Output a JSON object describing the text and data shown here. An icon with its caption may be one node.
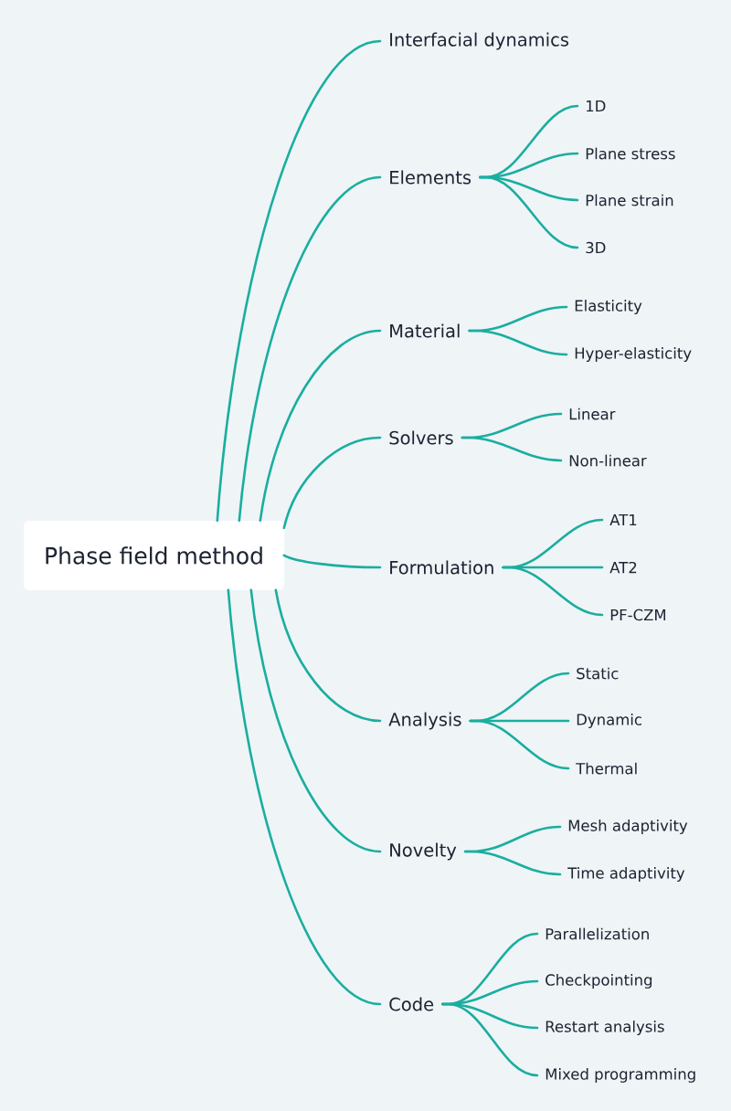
{
  "diagram": {
    "nodes": [
      {
        "text": [
          "Phase field method"
        ]
      },
      {
        "text": [
          "Interfacial dynamics"
        ]
      },
      {
        "text": [
          "Elements"
        ]
      },
      {
        "text": [
          "1D"
        ]
      },
      {
        "text": [
          "Plane stress"
        ]
      },
      {
        "text": [
          "Plane strain"
        ]
      },
      {
        "text": [
          "3D"
        ]
      },
      {
        "text": [
          "Material"
        ]
      },
      {
        "text": [
          "Elasticity"
        ]
      },
      {
        "text": [
          "Hyper-elasticity"
        ]
      },
      {
        "text": [
          "Solvers"
        ]
      },
      {
        "text": [
          "Linear"
        ]
      },
      {
        "text": [
          "Non-linear"
        ]
      },
      {
        "text": [
          "Formulation"
        ]
      },
      {
        "text": [
          "AT1"
        ]
      },
      {
        "text": [
          "AT2"
        ]
      },
      {
        "text": [
          "PF-CZM"
        ]
      },
      {
        "text": [
          "Analysis"
        ]
      },
      {
        "text": [
          "Static"
        ]
      },
      {
        "text": [
          "Dynamic"
        ]
      },
      {
        "text": [
          "Thermal"
        ]
      },
      {
        "text": [
          "Novelty"
        ]
      },
      {
        "text": [
          "Mesh adaptivity"
        ]
      },
      {
        "text": [
          "Time adaptivity"
        ]
      },
      {
        "text": [
          "Code"
        ]
      },
      {
        "text": [
          "Parallelization"
        ]
      },
      {
        "text": [
          "Checkpointing"
        ]
      },
      {
        "text": [
          "Restart analysis"
        ]
      },
      {
        "text": [
          "Mixed programming"
        ]
      }
    ],
    "edges": [
      {
        "from": 0,
        "to": 1,
        "arrow": "none"
      },
      {
        "from": 0,
        "to": 2,
        "arrow": "none"
      },
      {
        "from": 2,
        "to": 3,
        "arrow": "none"
      },
      {
        "from": 2,
        "to": 4,
        "arrow": "none"
      },
      {
        "from": 2,
        "to": 5,
        "arrow": "none"
      },
      {
        "from": 2,
        "to": 6,
        "arrow": "none"
      },
      {
        "from": 0,
        "to": 7,
        "arrow": "none"
      },
      {
        "from": 7,
        "to": 8,
        "arrow": "none"
      },
      {
        "from": 7,
        "to": 9,
        "arrow": "none"
      },
      {
        "from": 0,
        "to": 10,
        "arrow": "none"
      },
      {
        "from": 10,
        "to": 11,
        "arrow": "none"
      },
      {
        "from": 10,
        "to": 12,
        "arrow": "none"
      },
      {
        "from": 0,
        "to": 13,
        "arrow": "none"
      },
      {
        "from": 13,
        "to": 14,
        "arrow": "none"
      },
      {
        "from": 13,
        "to": 15,
        "arrow": "none"
      },
      {
        "from": 13,
        "to": 16,
        "arrow": "none"
      },
      {
        "from": 0,
        "to": 17,
        "arrow": "none"
      },
      {
        "from": 17,
        "to": 18,
        "arrow": "none"
      },
      {
        "from": 17,
        "to": 19,
        "arrow": "none"
      },
      {
        "from": 17,
        "to": 20,
        "arrow": "none"
      },
      {
        "from": 0,
        "to": 21,
        "arrow": "none"
      },
      {
        "from": 21,
        "to": 22,
        "arrow": "none"
      },
      {
        "from": 21,
        "to": 23,
        "arrow": "none"
      },
      {
        "from": 0,
        "to": 24,
        "arrow": "none"
      },
      {
        "from": 24,
        "to": 25,
        "arrow": "none"
      },
      {
        "from": 24,
        "to": 26,
        "arrow": "none"
      },
      {
        "from": 24,
        "to": 27,
        "arrow": "none"
      },
      {
        "from": 24,
        "to": 28,
        "arrow": "none"
      }
    ]
  }
}
